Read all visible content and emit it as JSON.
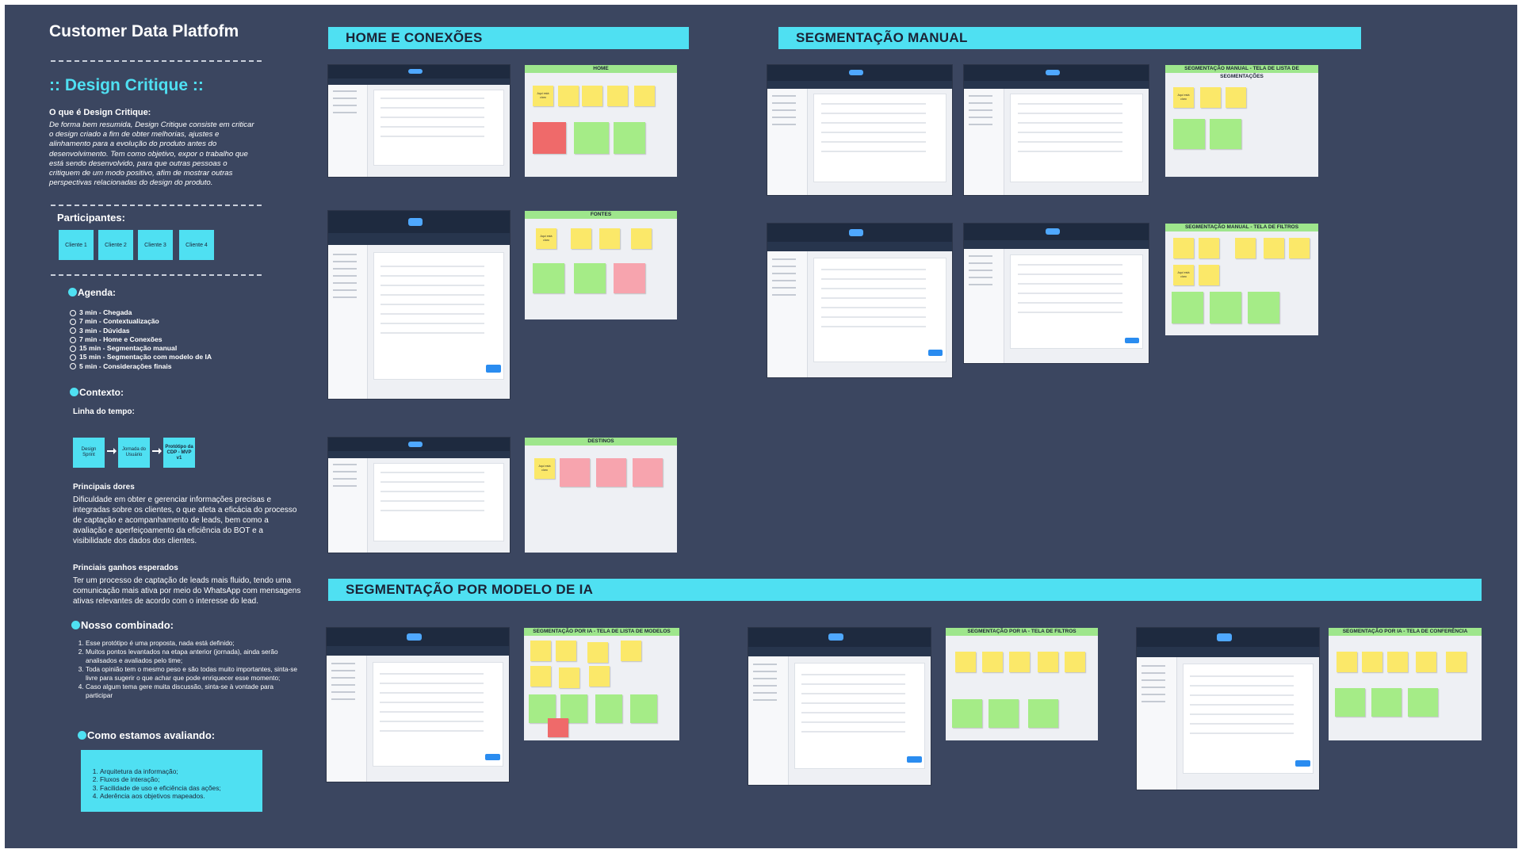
{
  "board": {
    "bg_color": "#3b4660",
    "accent": "#4fe0f2",
    "note_header_color": "#9ee68c"
  },
  "left": {
    "title": "Customer Data Platfofm",
    "subtitle": ":: Design Critique ::",
    "what_heading": "O que é Design Critique:",
    "what_text": "De forma bem resumida, Design Critique consiste em criticar o design criado a fim de obter melhorias, ajustes e alinhamento para a evolução do produto antes do desenvolvimento. Tem como objetivo, expor o trabalho que está sendo desenvolvido, para que outras pessoas o critiquem de um modo positivo, afim de mostrar outras perspectivas relacionadas do design do produto.",
    "participants_heading": "Participantes:",
    "participants": [
      "Cliente 1",
      "Cliente 2",
      "Cliente 3",
      "Cliente 4"
    ],
    "agenda_heading": "Agenda:",
    "agenda": [
      "3 min - Chegada",
      "7 min - Contextualização",
      "3 min - Dúvidas",
      "7 min - Home e Conexões",
      "15 min - Segmentação manual",
      "15 min - Segmentação com modelo de IA",
      "5 min - Considerações finais"
    ],
    "context_heading": "Contexto:",
    "timeline_heading": "Linha do tempo:",
    "timeline": [
      "Design Sprint",
      "Jornada do Usuário",
      "Protótipo da CDP - MVP v1"
    ],
    "pains_heading": "Principais dores",
    "pains_text": "Dificuldade em obter e gerenciar informações precisas e integradas sobre os clientes, o que afeta a eficácia do processo de captação e acompanhamento de leads, bem como a avaliação e aperfeiçoamento da eficiência do BOT e a visibilidade dos dados dos clientes.",
    "gains_heading": "Princiais ganhos esperados",
    "gains_text": "Ter um processo de captação de leads mais fluido, tendo uma comunicação mais ativa  por meio do WhatsApp com mensagens ativas relevantes de acordo com o interesse do lead.",
    "agreed_heading": "Nosso combinado:",
    "agreed": [
      "Esse protótipo é uma proposta, nada está definido;",
      "Muitos pontos levantados na etapa anterior (jornada), ainda serão analisados e avaliados pelo time;",
      "Toda opinião tem o mesmo peso e são todas muito importantes, sinta-se livre para sugerir o que achar que pode enriquecer esse momento;",
      "Caso algum tema gere muita discussão, sinta-se à vontade para participar"
    ],
    "eval_heading": "Como estamos avaliando:",
    "criteria": [
      "Arquitetura da informação;",
      "Fluxos de interação;",
      "Facilidade de uso e eficiência das ações;",
      "Aderência aos objetivos mapeados."
    ]
  },
  "sections": {
    "home": "HOME E CONEXÕES",
    "manual": "SEGMENTAÇÃO MANUAL",
    "ia": "SEGMENTAÇÃO POR MODELO DE IA"
  },
  "panels": {
    "home": "HOME",
    "fontes": "FONTES",
    "destinos": "DESTINOS",
    "manual_list": "SEGMENTAÇÃO MANUAL - TELA DE LISTA DE SEGMENTAÇÕES",
    "manual_filters": "SEGMENTAÇÃO MANUAL - TELA DE FILTROS",
    "ia_models": "SEGMENTAÇÃO POR IA - TELA DE LISTA DE MODELOS",
    "ia_filters": "SEGMENTAÇÃO POR IA - TELA DE FILTROS",
    "ia_conference": "SEGMENTAÇÃO POR IA - TELA DE CONFERÊNCIA"
  },
  "notes": {
    "aqui_esta_claro": "Aqui está claro"
  }
}
